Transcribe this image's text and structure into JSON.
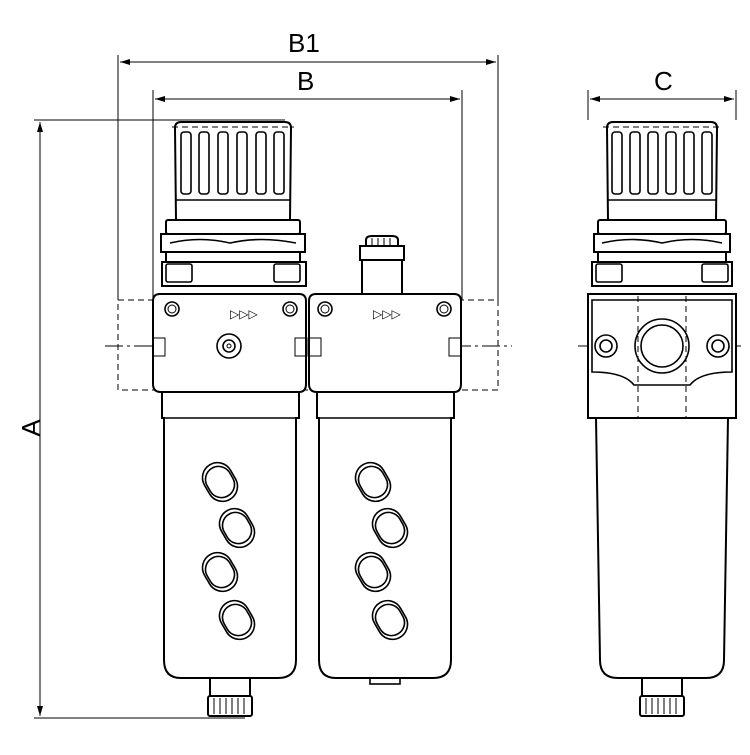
{
  "dimensions": {
    "overall_width_label": "B1",
    "width_label": "B",
    "depth_label": "C",
    "height_label": "A"
  },
  "colors": {
    "line": "#000000",
    "background": "#ffffff"
  }
}
